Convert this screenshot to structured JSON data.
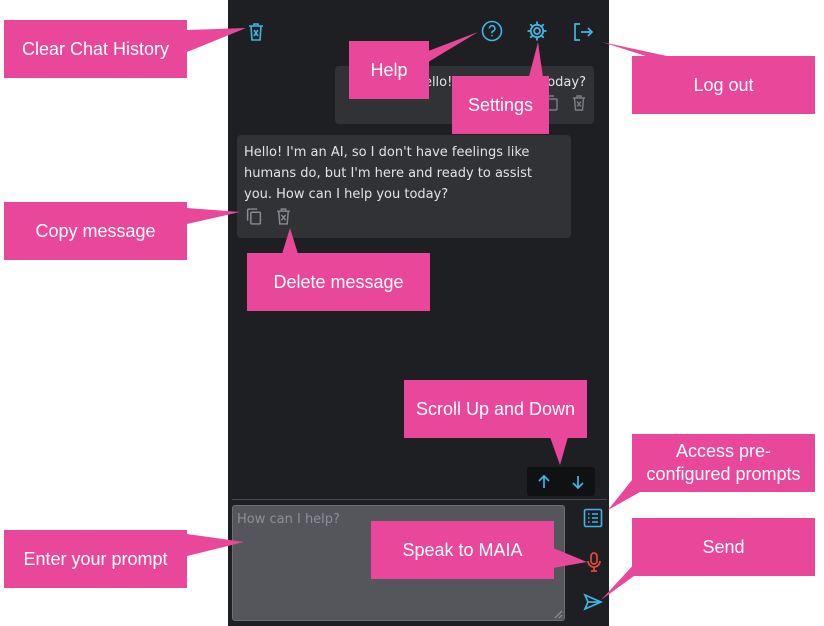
{
  "chat": {
    "user_message": "Hello! How are you today?",
    "ai_message": "Hello! I'm an AI, so I don't have feelings like humans do, but I'm here and ready to assist you. How can I help you today?",
    "prompt_placeholder": "How can I help?"
  },
  "icons": {
    "clear_history": "clear-history-icon",
    "help": "help-icon",
    "settings": "gear-icon",
    "logout": "logout-icon",
    "copy": "copy-icon",
    "delete": "delete-icon",
    "scroll_up": "arrow-up-icon",
    "scroll_down": "arrow-down-icon",
    "prompts": "prompt-list-icon",
    "mic": "microphone-icon",
    "send": "send-icon"
  },
  "colors": {
    "panel_bg": "#1e1f22",
    "bubble_bg": "#313236",
    "accent_icon": "#41b6e6",
    "mic": "#e5483f",
    "annotation": "#e8479a"
  },
  "annotations": {
    "clear_history": "Clear Chat History",
    "help": "Help",
    "settings": "Settings",
    "logout": "Log out",
    "copy": "Copy message",
    "delete": "Delete message",
    "scroll": "Scroll Up and Down",
    "prompts": "Access pre-configured prompts",
    "enter_prompt": "Enter your prompt",
    "speak": "Speak to MAIA",
    "send": "Send"
  }
}
